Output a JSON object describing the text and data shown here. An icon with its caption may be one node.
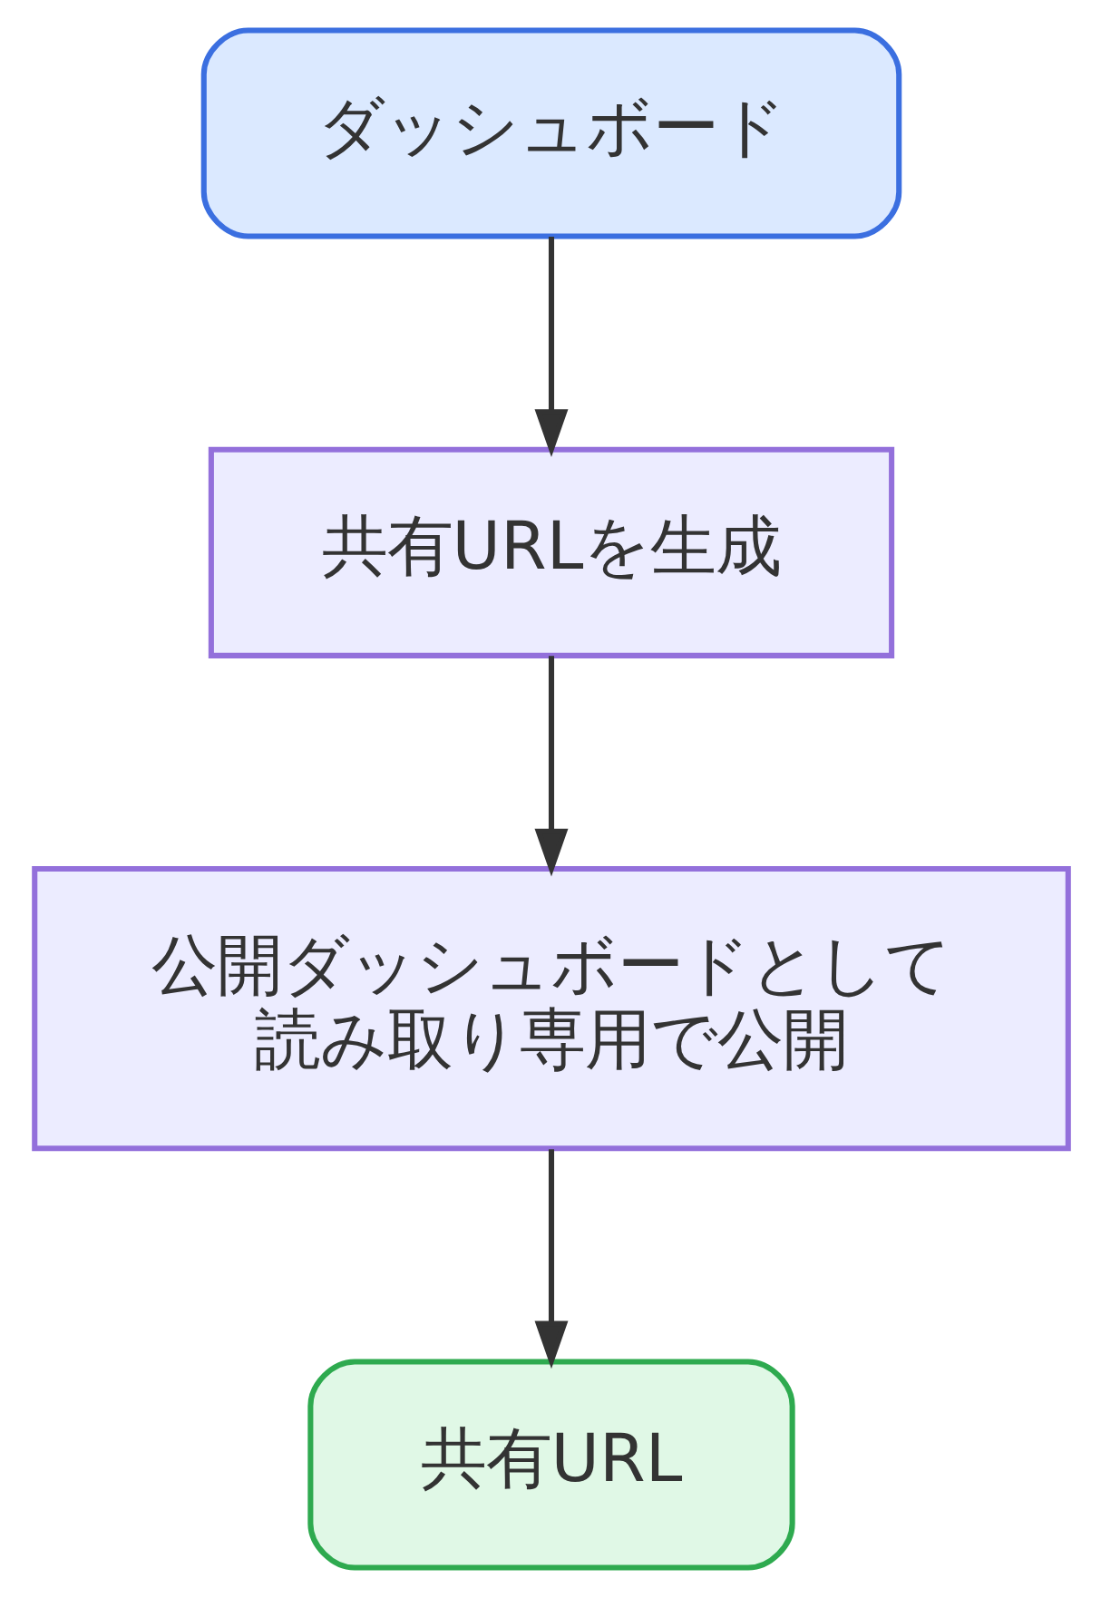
{
  "diagram": {
    "nodes": [
      {
        "text": [
          "ダッシュボード"
        ]
      },
      {
        "text": [
          "共有URLを生成"
        ]
      },
      {
        "text": [
          "公開ダッシュボードとして読み取り専用で公開"
        ]
      },
      {
        "text": [
          "共有URL"
        ]
      }
    ],
    "edges": [
      {
        "from": 0,
        "to": 1,
        "arrow": "to"
      },
      {
        "from": 1,
        "to": 2,
        "arrow": "to"
      },
      {
        "from": 2,
        "to": 3,
        "arrow": "to"
      }
    ]
  }
}
